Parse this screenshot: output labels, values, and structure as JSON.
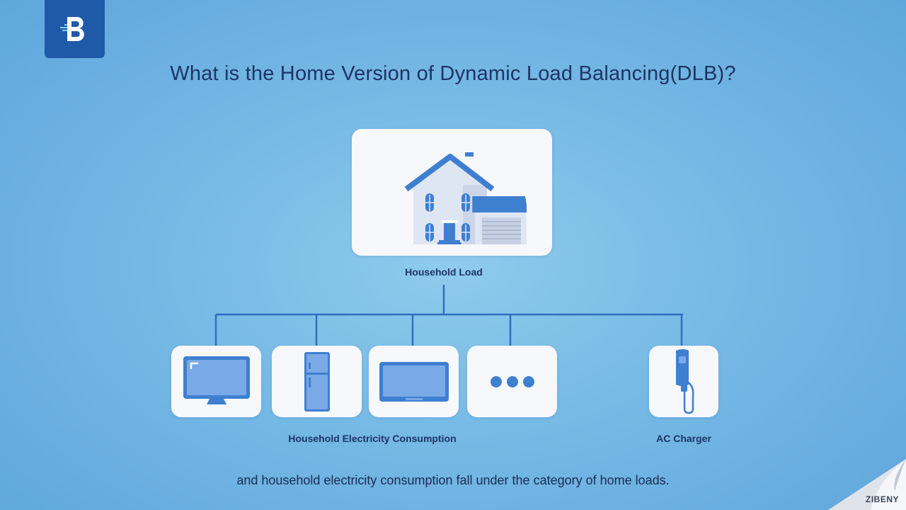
{
  "logo": {
    "letter": "B"
  },
  "title": "What is the Home Version of Dynamic Load Balancing(DLB)?",
  "nodes": {
    "household_load": "Household Load",
    "household_consumption": "Household Electricity Consumption",
    "ac_charger": "AC Charger"
  },
  "caption": "and household electricity consumption fall under the category of home loads.",
  "watermark": "ZIBENY",
  "colors": {
    "accent": "#3f7fd0",
    "line": "#2f6fc0",
    "card": "#f6f8fc",
    "title": "#1f3464"
  }
}
